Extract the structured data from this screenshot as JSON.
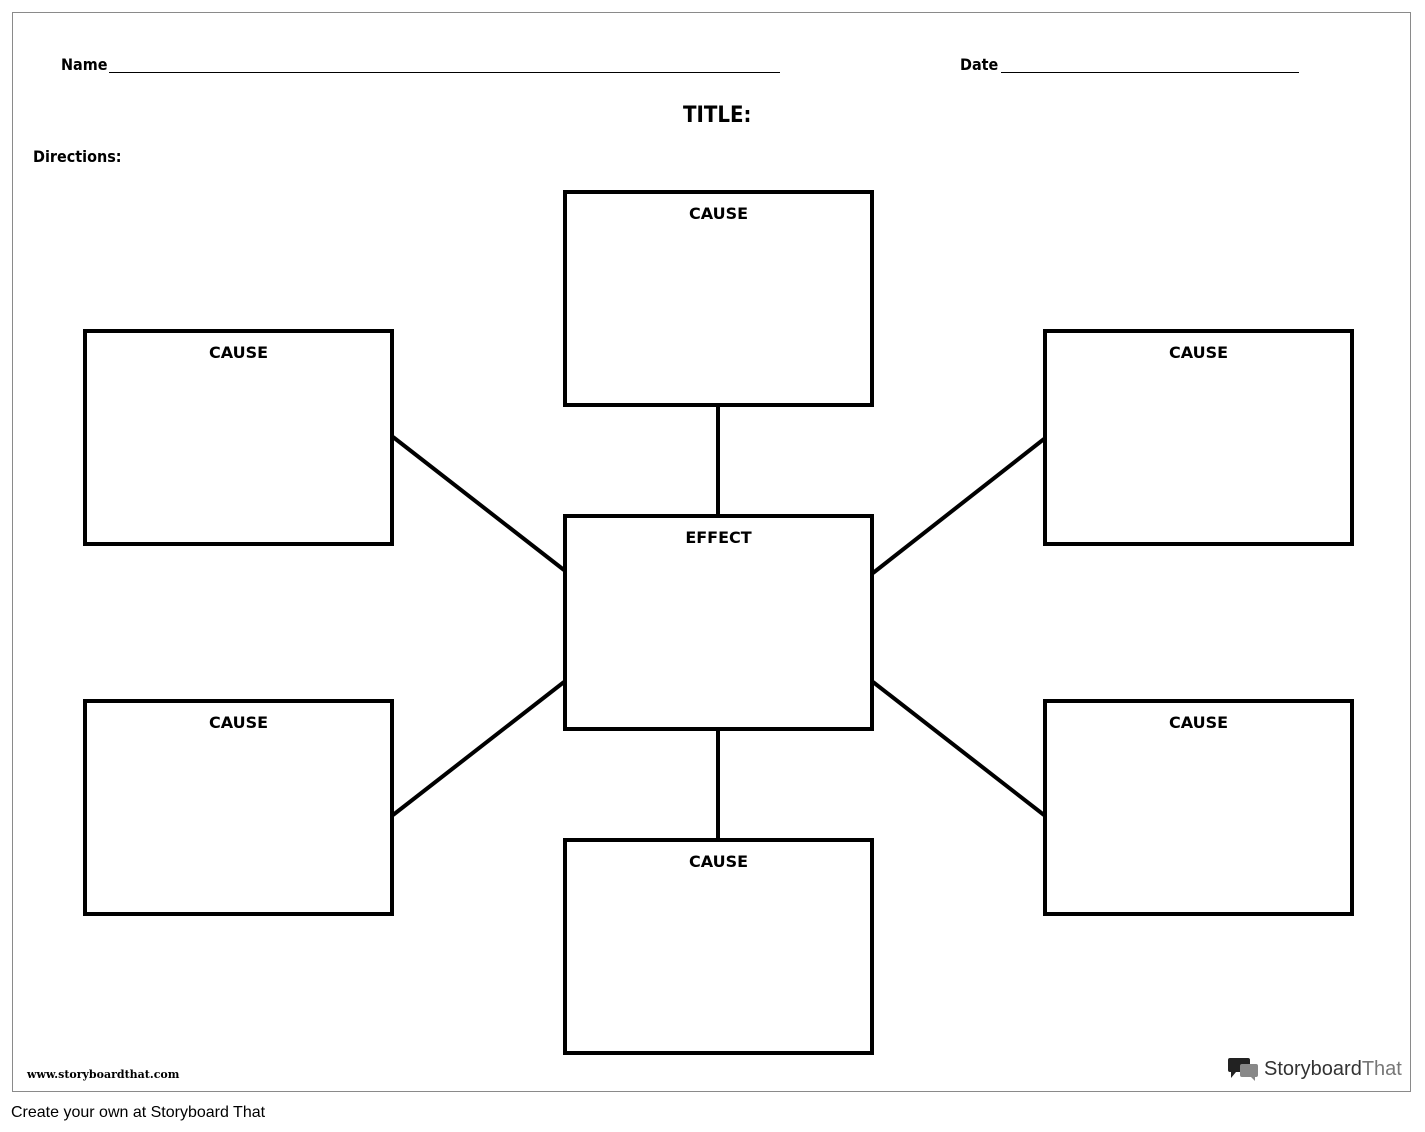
{
  "header": {
    "name_label": "Name",
    "date_label": "Date",
    "title_label": "TITLE:",
    "directions_label": "Directions:"
  },
  "diagram": {
    "center": {
      "label": "EFFECT"
    },
    "causes": [
      {
        "label": "CAUSE"
      },
      {
        "label": "CAUSE"
      },
      {
        "label": "CAUSE"
      },
      {
        "label": "CAUSE"
      },
      {
        "label": "CAUSE"
      },
      {
        "label": "CAUSE"
      }
    ]
  },
  "footer": {
    "url": "www.storyboardthat.com",
    "brand_main": "Storyboard",
    "brand_light": "That",
    "create_text": "Create your own at Storyboard That"
  }
}
